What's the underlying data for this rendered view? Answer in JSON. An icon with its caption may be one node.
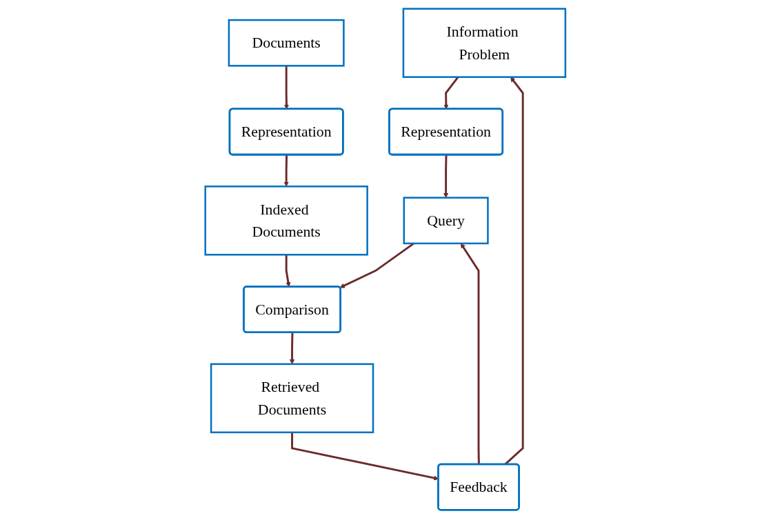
{
  "diagram": {
    "nodes": [
      {
        "text": [
          "Information Problem"
        ]
      },
      {
        "text": [
          "Documents"
        ]
      },
      {
        "text": [
          "Representation"
        ]
      },
      {
        "text": [
          "Representation"
        ]
      },
      {
        "text": [
          "Query"
        ]
      },
      {
        "text": [
          "Indexed Documents"
        ]
      },
      {
        "text": [
          "Comparison"
        ]
      },
      {
        "text": [
          "Feedback"
        ]
      },
      {
        "text": [
          "Retrieved Documents"
        ]
      }
    ],
    "edges": [
      {
        "from": 0,
        "to": 2,
        "arrow": "to"
      },
      {
        "from": 1,
        "to": 3,
        "arrow": "to"
      },
      {
        "from": 2,
        "to": 4,
        "arrow": "to"
      },
      {
        "from": 3,
        "to": 5,
        "arrow": "to"
      },
      {
        "from": 4,
        "to": 6,
        "arrow": "to"
      },
      {
        "from": 5,
        "to": 6,
        "arrow": "to"
      },
      {
        "from": 6,
        "to": 8,
        "arrow": "to"
      },
      {
        "from": 8,
        "to": 7,
        "arrow": "to"
      },
      {
        "from": 7,
        "to": 0,
        "arrow": "to"
      },
      {
        "from": 7,
        "to": 4,
        "arrow": "to"
      }
    ]
  }
}
